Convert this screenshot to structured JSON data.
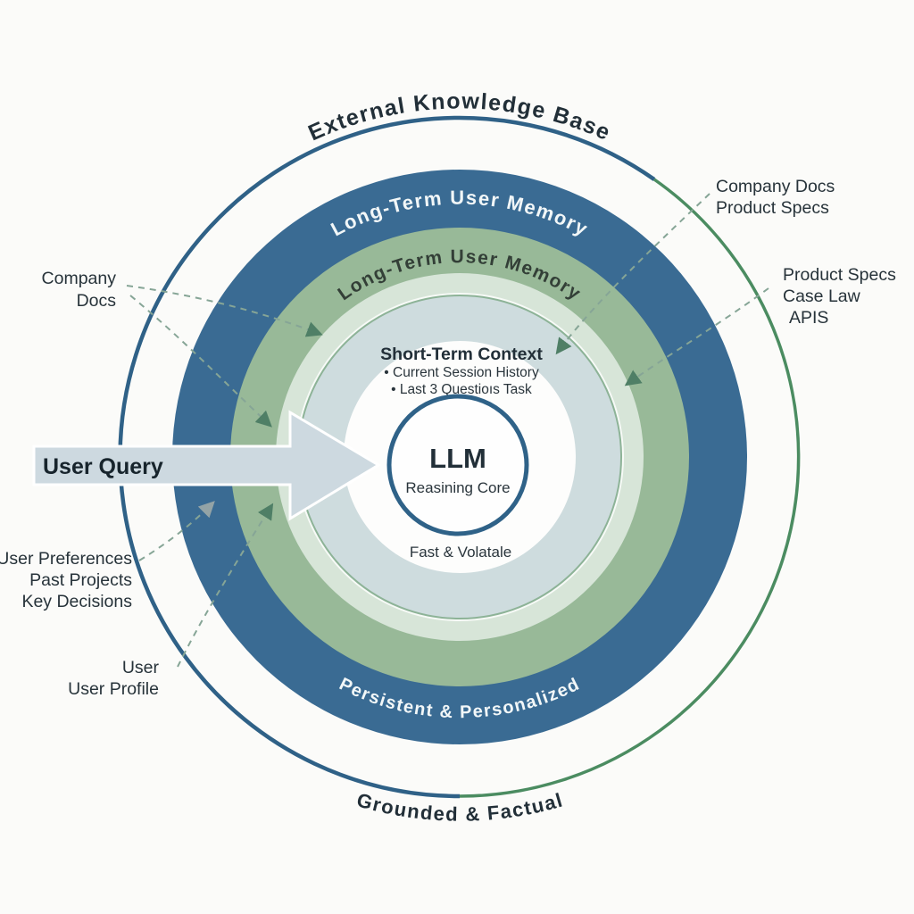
{
  "diagram": {
    "rings": {
      "outer_label": "External Knowledge Base",
      "outer_caption": "Grounded & Factual",
      "blue_label": "Long-Term User Memory",
      "blue_caption": "Persistent & Personalized",
      "green_label": "Long-Term User Memory"
    },
    "short_term": {
      "title": "Short-Term Context",
      "bullets": [
        "• Current Session History",
        "• Last 3 Questioıs Task"
      ]
    },
    "core": {
      "title": "LLM",
      "subtitle": "Reasining Core",
      "caption": "Fast & Volatale"
    },
    "user_query_label": "User Query",
    "callouts": {
      "left_docs": [
        "Company",
        "Docs"
      ],
      "right_docs": [
        "Company Docs",
        "Product Specs"
      ],
      "right_specs": [
        "Product Specs",
        "Case Law",
        "APIS"
      ],
      "user_prefs": [
        "User Preferences",
        "Past Projects",
        "Key Decisions"
      ],
      "user_profile": [
        "User",
        "User Profile"
      ]
    },
    "colors": {
      "background": "#fbfbf9",
      "outer_blue": "#2f6187",
      "outer_green": "#4b8c61",
      "ring_blue": "#3a6b93",
      "ring_green": "#98b998",
      "ring_light_green": "#d7e5d8",
      "ring_gap_white": "#f7faf7",
      "ring_pale": "#cedcde",
      "ring_pale_outline": "#8db397",
      "inner_white": "#fdfdfc",
      "core_fill": "#fefefe",
      "core_stroke": "#2f6288",
      "arrow_fill": "#cdd9e0",
      "arrow_outline": "#ffffff",
      "dash_line": "#86a596",
      "arrowhead_green": "#4f7f66",
      "arrowhead_gray": "#93a3a6",
      "text_dark": "#222f38",
      "text_white": "#f2f7f8",
      "text_green_dark": "#333f37"
    }
  }
}
